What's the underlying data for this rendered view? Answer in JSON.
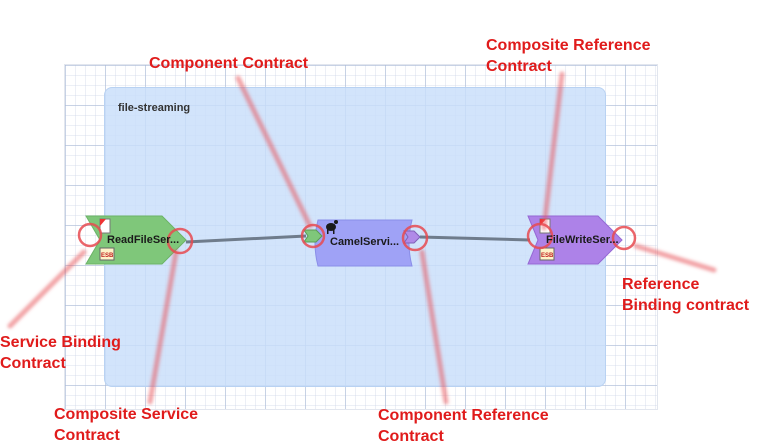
{
  "composite": {
    "title": "file-streaming"
  },
  "nodes": {
    "service": {
      "label": "ReadFileSer...",
      "badge": "ESB"
    },
    "component": {
      "label": "CamelServi..."
    },
    "reference": {
      "label": "FileWriteSer...",
      "badge": "ESB"
    }
  },
  "callouts": {
    "component_contract": "Component Contract",
    "composite_reference_contract": [
      "Composite Reference",
      "Contract"
    ],
    "reference_binding_contract": [
      "Reference",
      "Binding contract"
    ],
    "service_binding_contract": [
      "Service Binding",
      "Contract"
    ],
    "composite_service_contract": [
      "Composite Service",
      "Contract"
    ],
    "component_reference_contract": [
      "Component Reference",
      "Contract"
    ]
  },
  "colors": {
    "service_fill": "#7fc77a",
    "component_fill": "#9fa2f6",
    "reference_fill": "#ad82e8",
    "wire": "#6f7c8c",
    "callout_red": "#e01b1b"
  }
}
